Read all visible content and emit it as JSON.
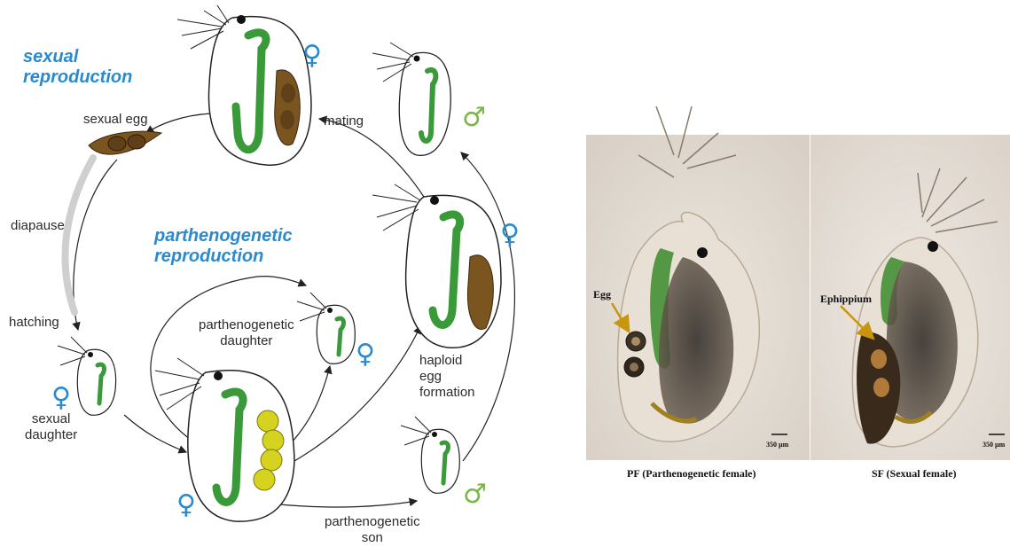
{
  "diagram": {
    "sexual_title": [
      "sexual",
      "reproduction"
    ],
    "parth_title": [
      "parthenogenetic",
      "reproduction"
    ],
    "labels": {
      "sexual_egg": "sexual egg",
      "mating": "mating",
      "diapause": "diapause",
      "hatching": "hatching",
      "sexual_daughter": [
        "sexual",
        "daughter"
      ],
      "parth_daughter": [
        "parthenogenetic",
        "daughter"
      ],
      "haploid": [
        "haploid",
        "egg",
        "formation"
      ],
      "parth_son": [
        "parthenogenetic",
        "son"
      ]
    },
    "female_symbol": "♀",
    "male_symbol": "♂"
  },
  "photos": {
    "left": {
      "arrow_label": "Egg",
      "scale": "350 µm",
      "caption": "PF (Parthenogenetic female)"
    },
    "right": {
      "arrow_label": "Ephippium",
      "scale": "350 µm",
      "caption": "SF (Sexual female)"
    }
  },
  "colors": {
    "blue": "#2a8ad0",
    "green": "#3a9a3a",
    "brown": "#7a5520",
    "egg_yellow": "#d6d320"
  }
}
